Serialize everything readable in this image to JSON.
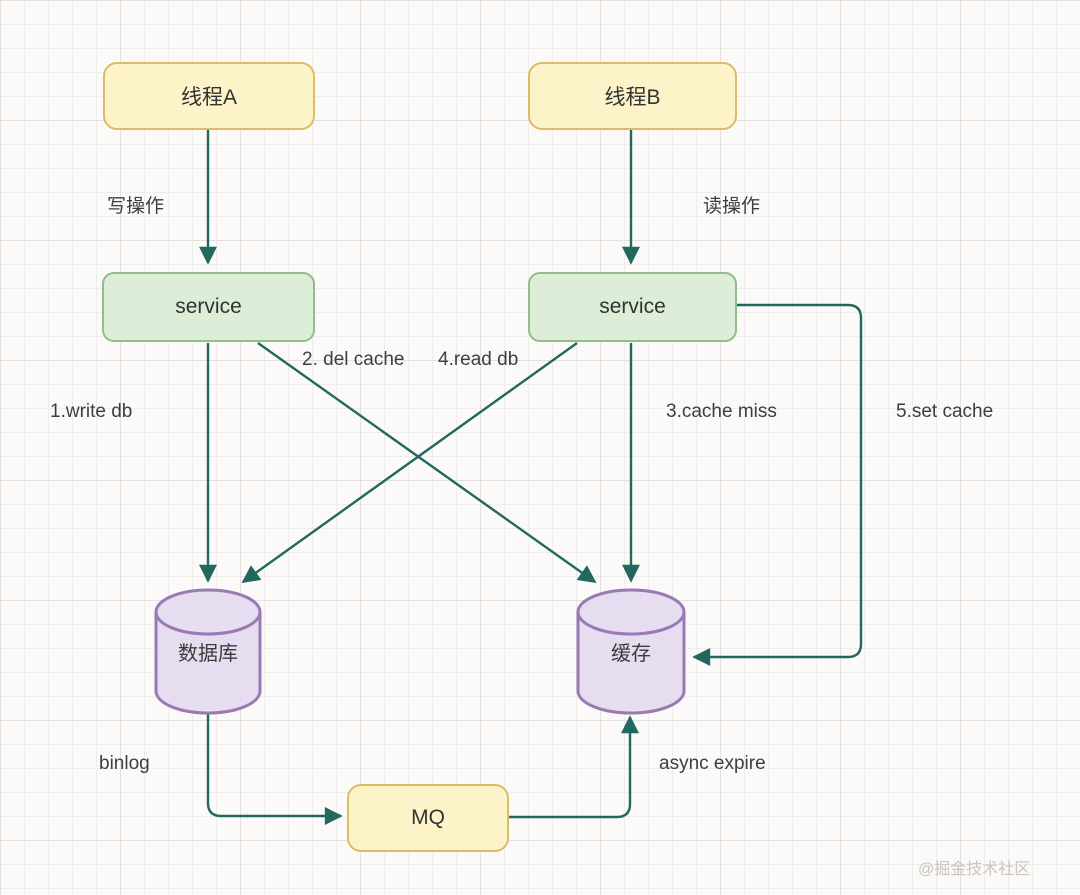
{
  "diagram": {
    "nodes": {
      "thread_a": {
        "label": "线程A"
      },
      "thread_b": {
        "label": "线程B"
      },
      "service_a": {
        "label": "service"
      },
      "service_b": {
        "label": "service"
      },
      "database": {
        "label": "数据库"
      },
      "cache": {
        "label": "缓存"
      },
      "mq": {
        "label": "MQ"
      }
    },
    "edge_labels": {
      "write_op": "写操作",
      "read_op": "读操作",
      "write_db": "1.write db",
      "del_cache": "2. del cache",
      "cache_miss": "3.cache miss",
      "read_db": "4.read db",
      "set_cache": "5.set cache",
      "binlog": "binlog",
      "async_expire": "async expire"
    },
    "watermark": "@掘金技术社区",
    "colors": {
      "line": "#21695f",
      "yellow_fill": "#fdf3c9",
      "yellow_stroke": "#dcbd66",
      "green_fill": "#dcedd8",
      "green_stroke": "#92bd8a",
      "purple_fill": "#e7ddf0",
      "purple_stroke": "#9a7ab3",
      "text": "#3e3e3e",
      "watermark": "#c9c5c1"
    }
  }
}
